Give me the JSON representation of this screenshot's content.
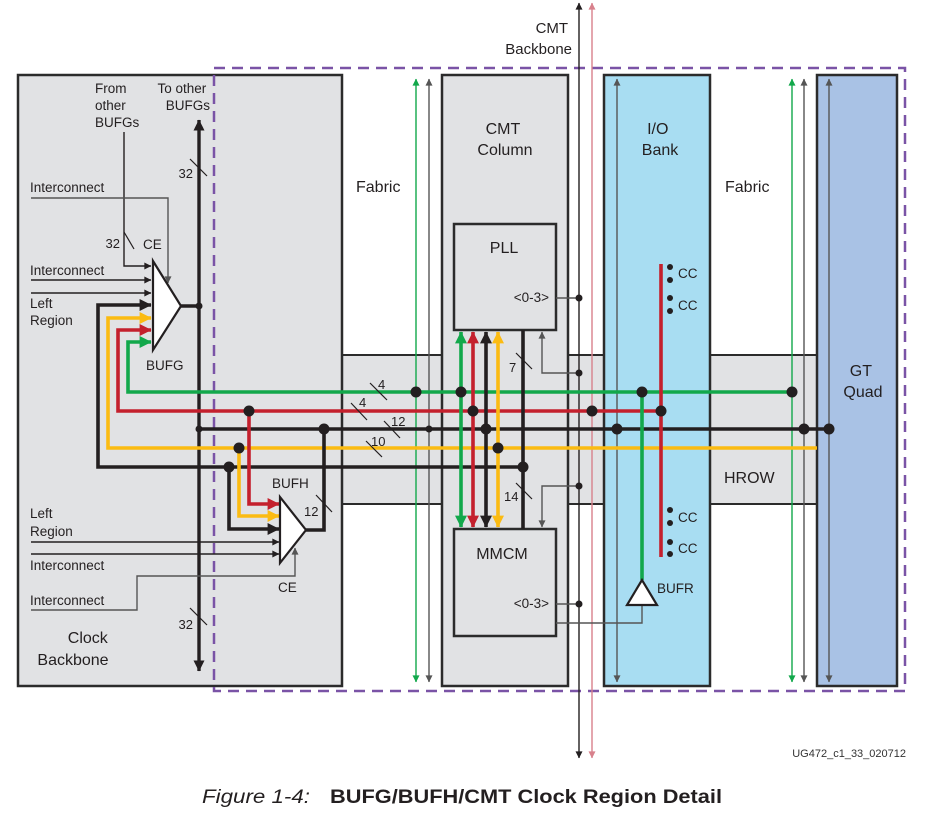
{
  "figure": {
    "number_label": "Figure 1-4:",
    "title": "BUFG/BUFH/CMT Clock Region Detail",
    "drawing_code": "UG472_c1_33_020712"
  },
  "regions": {
    "clock_backbone": {
      "line1": "Clock",
      "line2": "Backbone"
    },
    "fabric_left": "Fabric",
    "cmt_column": {
      "line1": "CMT",
      "line2": "Column"
    },
    "io_bank": {
      "line1": "I/O",
      "line2": "Bank"
    },
    "fabric_right": "Fabric",
    "gt_quad": {
      "line1": "GT",
      "line2": "Quad"
    },
    "hrow": "HROW",
    "cmt_backbone": {
      "line1": "CMT",
      "line2": "Backbone"
    }
  },
  "blocks": {
    "bufg": "BUFG",
    "bufh": "BUFH",
    "bufr": "BUFR",
    "pll": {
      "label": "PLL",
      "output": "<0-3>"
    },
    "mmcm": {
      "label": "MMCM",
      "output": "<0-3>"
    }
  },
  "signals": {
    "from_other_bufgs": [
      "From",
      "other",
      "BUFGs"
    ],
    "to_other_bufgs": [
      "To other",
      "BUFGs"
    ],
    "interconnect": "Interconnect",
    "left_region": [
      "Left",
      "Region"
    ],
    "ce": "CE",
    "cc": "CC"
  },
  "bus_widths": {
    "bufg_backbone_up": "32",
    "from_other_bufgs": "32",
    "bufg_backbone_down": "32",
    "bufh_output": "12",
    "green_route": "4",
    "red_route": "4",
    "black_route": "12",
    "yellow_route": "10",
    "pll_input": "7",
    "mmcm_input": "14"
  },
  "colors": {
    "green": "#12a84b",
    "red": "#c4202d",
    "yellow": "#fbbb12",
    "black": "#231f20",
    "io_bank": "#a8ddf2",
    "gt_quad": "#a9c2e5",
    "region_gray": "#e1e2e4",
    "region_boundary": "#7a53a6",
    "cmt_backbone_red": "#d8818c"
  }
}
